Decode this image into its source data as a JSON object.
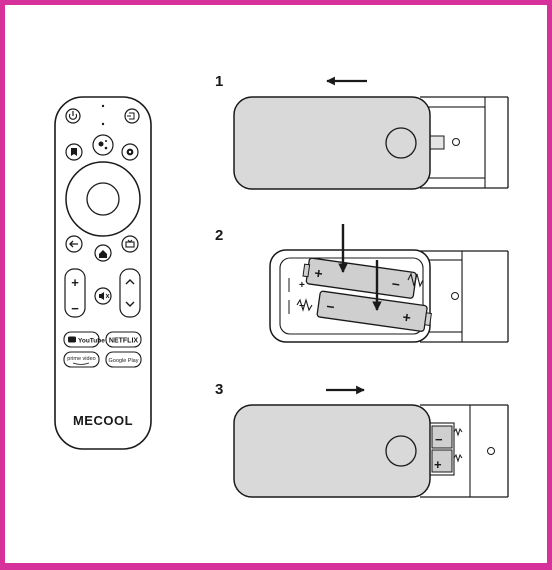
{
  "steps": [
    {
      "number": "1",
      "direction": "left"
    },
    {
      "number": "2",
      "direction": "down"
    },
    {
      "number": "3",
      "direction": "right"
    }
  ],
  "remote": {
    "logo": "MECOOL",
    "apps": [
      "YouTube",
      "NETFLIX",
      "prime video",
      "Google Play"
    ],
    "volume_plus": "+",
    "volume_minus": "−",
    "battery_plus": "+",
    "battery_minus": "−"
  },
  "colors": {
    "frame": "#d6319a",
    "cover": "#d9d9d9",
    "battery": "#cfcfcf",
    "outline": "#1a1a1a"
  }
}
